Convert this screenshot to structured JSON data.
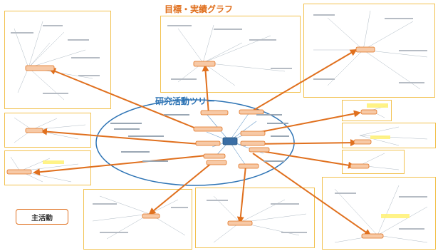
{
  "labels": {
    "goal_graph_title": "目標・実績グラフ",
    "research_tree_title": "研究活動ツリー",
    "legend_main_activity": "主活動"
  },
  "colors": {
    "accent_orange": "#e0701e",
    "panel_border": "#f2c14e",
    "ellipse_blue": "#2e74b5",
    "node_fill": "#f7c9a6",
    "center_node_fill": "#3a6ea5",
    "line_gray": "#9aa7b4",
    "highlight_yellow": "#fff27a"
  },
  "icons": [
    "mindmap-panel",
    "activity-node",
    "connector-arrow"
  ]
}
